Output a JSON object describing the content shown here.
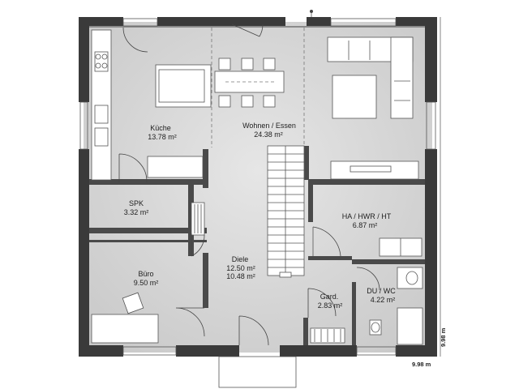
{
  "rooms": {
    "kueche": {
      "name": "Küche",
      "area": "13.78 m²"
    },
    "wohnen": {
      "name": "Wohnen / Essen",
      "area": "24.38 m²"
    },
    "spk": {
      "name": "SPK",
      "area": "3.32 m²"
    },
    "hwr": {
      "name": "HA / HWR / HT",
      "area": "6.87 m²"
    },
    "buero": {
      "name": "Büro",
      "area": "9.50 m²"
    },
    "diele": {
      "name": "Diele",
      "area": "12.50 m²",
      "area2": "10.48 m²"
    },
    "gard": {
      "name": "Gard.",
      "area": "2.83 m²"
    },
    "du": {
      "name": "DU / WC",
      "area": "4.22 m²"
    }
  },
  "dimensions": {
    "width": "9.98 m",
    "depth": "9.98 m"
  },
  "colors": {
    "wall": "#3a3a3a",
    "floor": "#d9d9d9",
    "furniture_stroke": "#555555"
  }
}
